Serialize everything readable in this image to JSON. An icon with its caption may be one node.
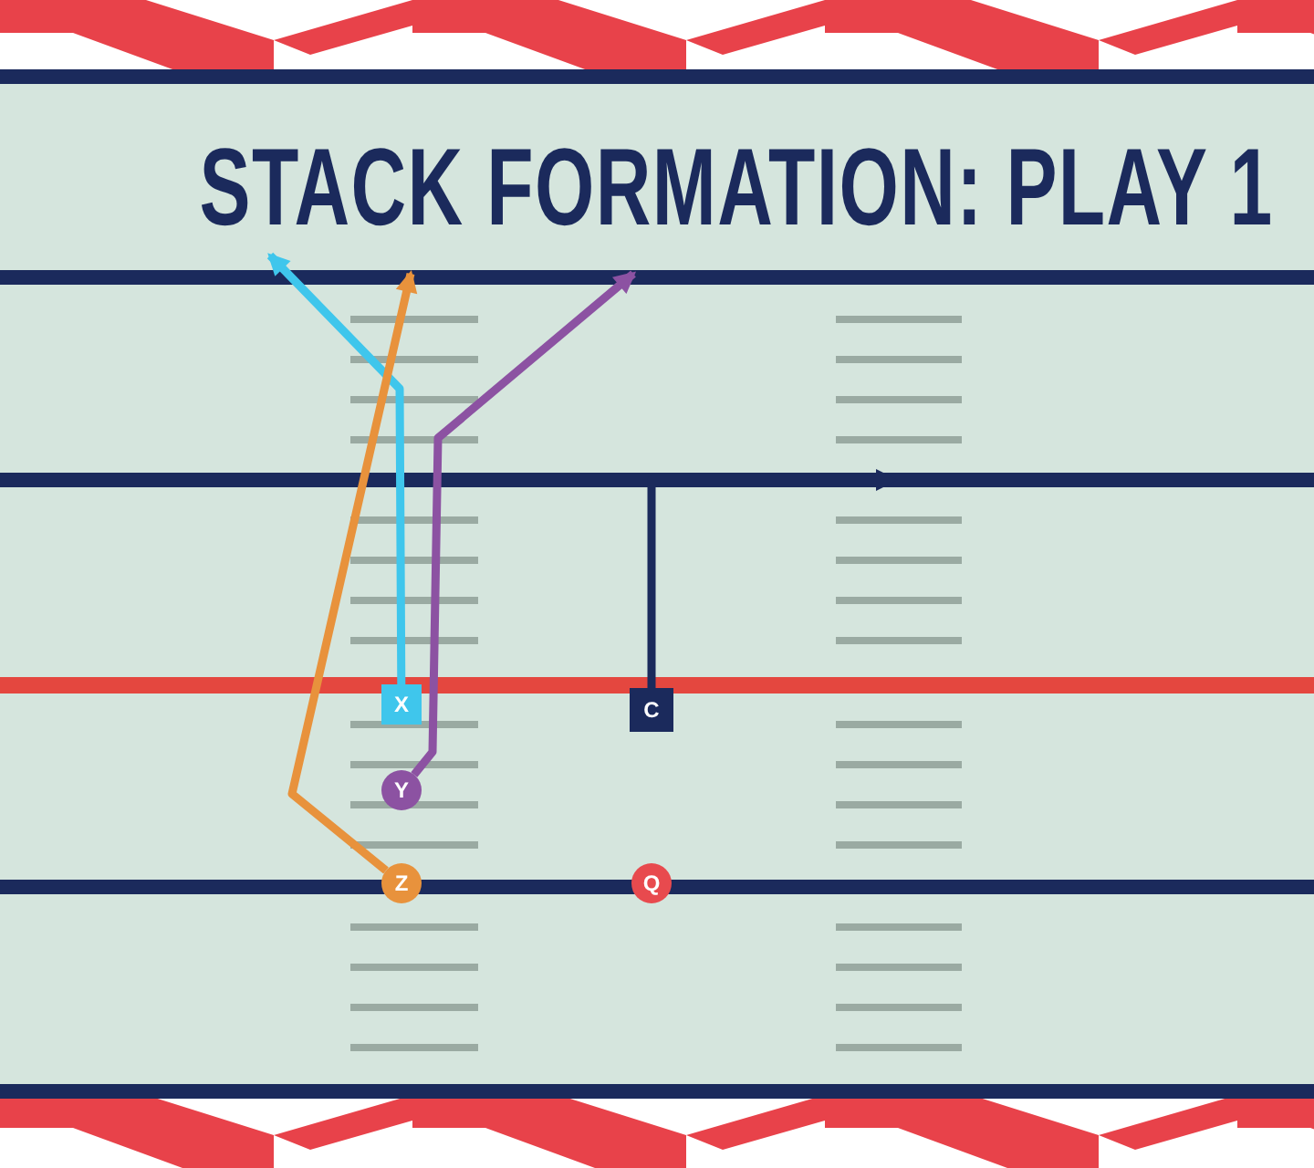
{
  "diagram": {
    "title": "STACK FORMATION: PLAY 1",
    "nodes": [
      {
        "text": [
          "X"
        ]
      },
      {
        "text": [
          "C"
        ]
      },
      {
        "text": [
          "Y"
        ]
      },
      {
        "text": [
          "Z"
        ]
      },
      {
        "text": [
          "Q"
        ]
      }
    ],
    "edges": [
      {
        "from": 0,
        "to": null,
        "arrow": "to",
        "color": "#3fc6ec"
      },
      {
        "from": 1,
        "to": null,
        "arrow": "to",
        "color": "#1b2a5c"
      },
      {
        "from": 2,
        "to": null,
        "arrow": "to",
        "color": "#8c52a2"
      },
      {
        "from": 3,
        "to": null,
        "arrow": "to",
        "color": "#e8923c"
      }
    ]
  }
}
